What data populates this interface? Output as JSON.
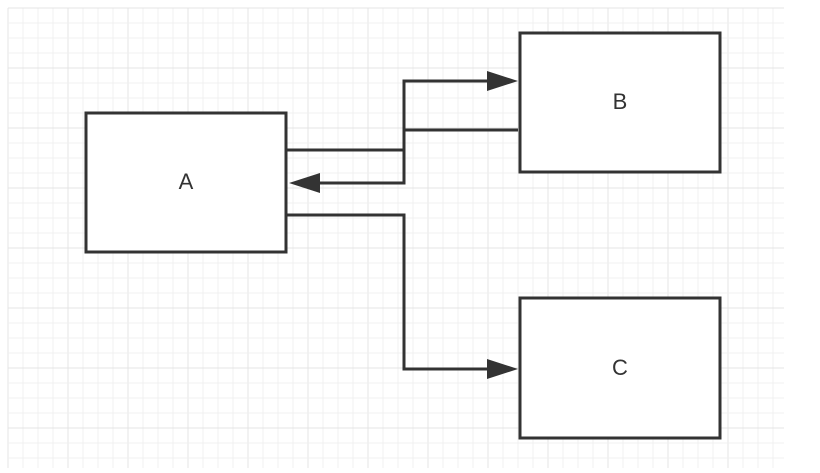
{
  "diagram": {
    "nodes": [
      {
        "id": "A",
        "label": "A"
      },
      {
        "id": "B",
        "label": "B"
      },
      {
        "id": "C",
        "label": "C"
      }
    ],
    "edges": [
      {
        "from": "A",
        "to": "B"
      },
      {
        "from": "B",
        "to": "A"
      },
      {
        "from": "A",
        "to": "C"
      }
    ],
    "colors": {
      "stroke": "#333333",
      "grid_major": "#e4e4e4",
      "grid_minor": "#f1f1f1",
      "background": "#ffffff"
    }
  }
}
